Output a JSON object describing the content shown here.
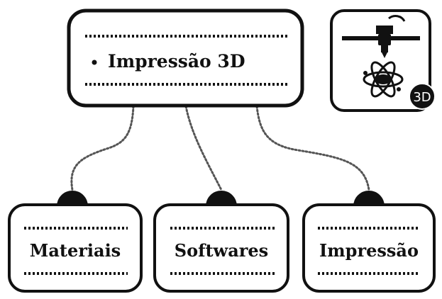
{
  "diagram": {
    "root": {
      "bullet": ".",
      "label": "Impressão 3D"
    },
    "children": [
      {
        "label": "Materiais"
      },
      {
        "label": "Softwares"
      },
      {
        "label": "Impressão"
      }
    ],
    "printer_badge": {
      "icon": "3d-printer-atom-icon",
      "badge_text": "3D"
    }
  }
}
